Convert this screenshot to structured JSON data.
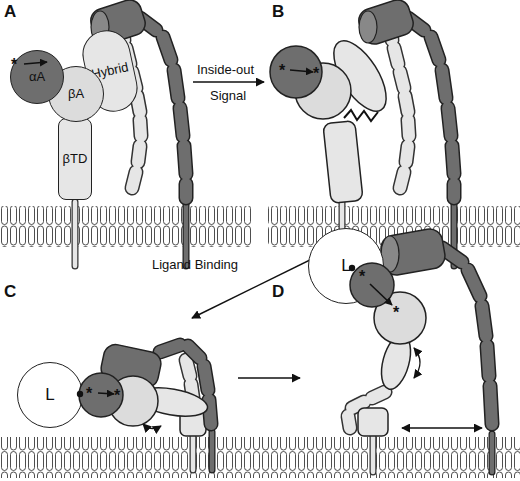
{
  "diagram": {
    "nodes": [
      {
        "text": [
          "αA"
        ]
      },
      {
        "text": [
          "βA"
        ]
      },
      {
        "text": [
          "Hybrid"
        ]
      },
      {
        "text": [
          "βTD"
        ]
      },
      {
        "text": [
          "L"
        ]
      },
      {
        "text": [
          "L"
        ]
      }
    ],
    "labels": [
      "A",
      "B",
      "C",
      "D",
      "Inside-out",
      "Signal",
      "Ligand Binding",
      "*",
      "*",
      "*",
      "*",
      "*",
      "*",
      "*"
    ]
  }
}
